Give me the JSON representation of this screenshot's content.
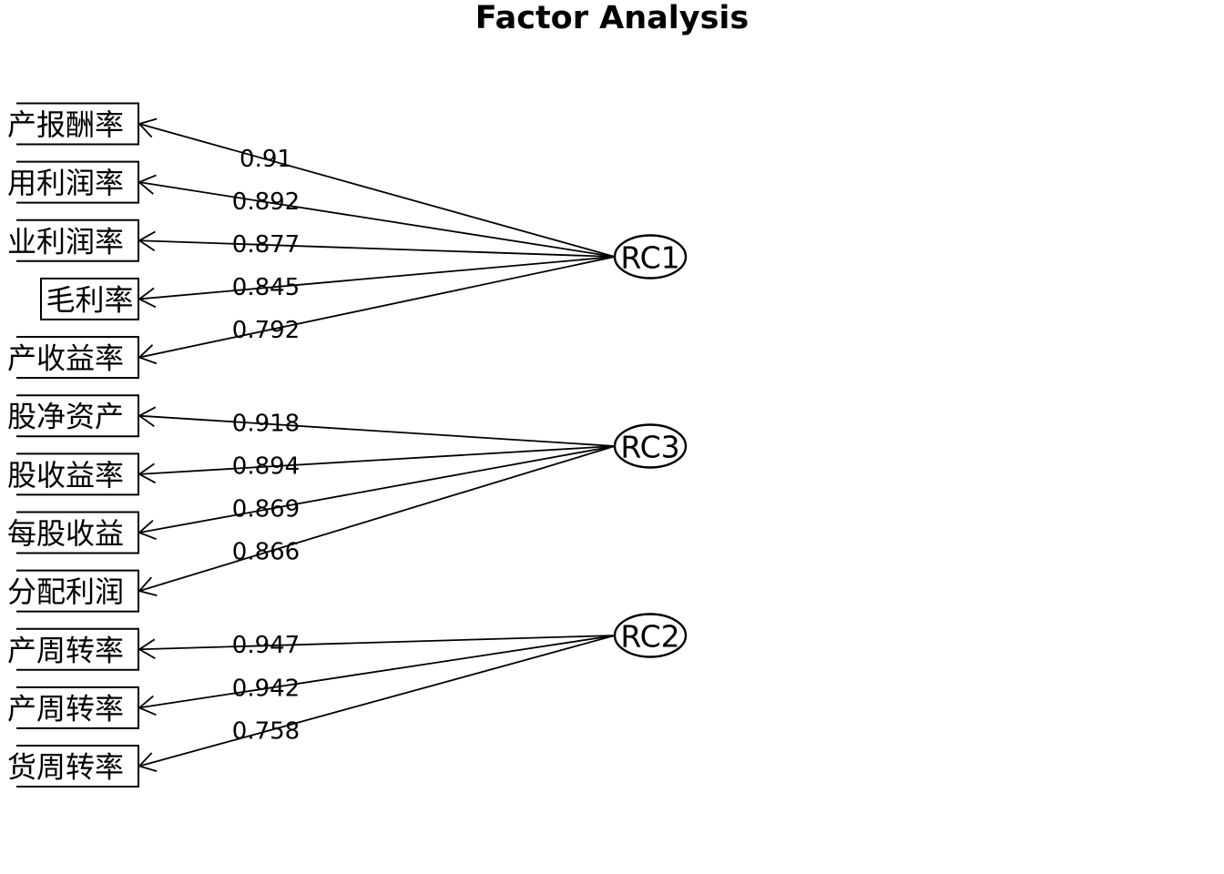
{
  "title": "Factor Analysis",
  "colors": {
    "ink": "#000000",
    "paper": "#ffffff"
  },
  "diagram": {
    "variables": [
      {
        "label": "产报酬率",
        "full_box": false
      },
      {
        "label": "用利润率",
        "full_box": false
      },
      {
        "label": "业利润率",
        "full_box": false
      },
      {
        "label": "毛利率",
        "full_box": true
      },
      {
        "label": "产收益率",
        "full_box": false
      },
      {
        "label": "股净资产",
        "full_box": false
      },
      {
        "label": "股收益率",
        "full_box": false
      },
      {
        "label": "每股收益",
        "full_box": false
      },
      {
        "label": "分配利润",
        "full_box": false
      },
      {
        "label": "产周转率",
        "full_box": false
      },
      {
        "label": "产周转率",
        "full_box": false
      },
      {
        "label": "货周转率",
        "full_box": false
      }
    ],
    "factors": [
      {
        "label": "RC1",
        "loadings": [
          {
            "variable": 0,
            "value": "0.91"
          },
          {
            "variable": 1,
            "value": "0.892"
          },
          {
            "variable": 2,
            "value": "0.877"
          },
          {
            "variable": 3,
            "value": "0.845"
          },
          {
            "variable": 4,
            "value": "0.792"
          }
        ]
      },
      {
        "label": "RC3",
        "loadings": [
          {
            "variable": 5,
            "value": "0.918"
          },
          {
            "variable": 6,
            "value": "0.894"
          },
          {
            "variable": 7,
            "value": "0.869"
          },
          {
            "variable": 8,
            "value": "0.866"
          }
        ]
      },
      {
        "label": "RC2",
        "loadings": [
          {
            "variable": 9,
            "value": "0.947"
          },
          {
            "variable": 10,
            "value": "0.942"
          },
          {
            "variable": 11,
            "value": "0.758"
          }
        ]
      }
    ]
  }
}
